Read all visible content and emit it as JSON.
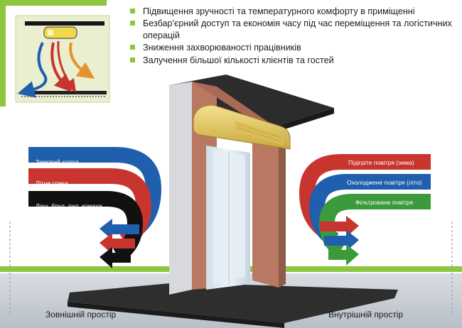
{
  "benefits": [
    "Підвищення зручності та температурного комфорту в приміщенні",
    "Безбар'єрний доступ та економія часу під час переміщення та логістичних операцій",
    "Зниження захворюваності працівників",
    "Залучення більшої кількості клієнтів та гостей"
  ],
  "outside": {
    "items": [
      "Зимовий холод",
      "Літня спека",
      "Дощ, бруд, пил, комахи"
    ],
    "label": "Зовнішній простір"
  },
  "inside": {
    "items": [
      "Підігріте повітря (зима)",
      "Охолоджене повітря (літо)",
      "Фільтроване повітря"
    ],
    "label": "Внутрішній простір"
  },
  "colors": {
    "blue": "#1f5fae",
    "red": "#c8352f",
    "black": "#111111",
    "green": "#3b9a3c",
    "accent": "#8cc63e",
    "brick": "#b97861",
    "curtain_unit": "#e6cd6c"
  },
  "icons": [
    "air-curtain-unit-icon",
    "airflow-arrows-icon",
    "bullet-square-icon"
  ]
}
